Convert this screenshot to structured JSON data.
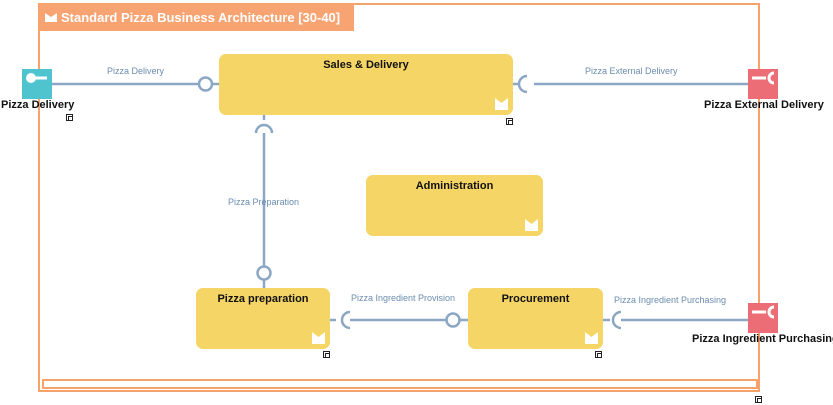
{
  "frame": {
    "title": "Standard Pizza Business Architecture [30-40]"
  },
  "components": {
    "sales": "Sales & Delivery",
    "admin": "Administration",
    "prep": "Pizza preparation",
    "procure": "Procurement"
  },
  "actors": {
    "delivery": "Pizza Delivery",
    "external": "Pizza External Delivery",
    "purchasing": "Pizza Ingredient Purchasing"
  },
  "interfaces": {
    "delivery": "Pizza Delivery",
    "external": "Pizza External Delivery",
    "preparation": "Pizza Preparation",
    "provision": "Pizza Ingredient Provision",
    "purchasing": "Pizza Ingredient Purchasing"
  },
  "colors": {
    "component": "#f5d565",
    "frame": "#f6a26b",
    "actor_teal": "#4fc4cf",
    "actor_red": "#ec6d76",
    "wire": "#8ca7c3"
  }
}
